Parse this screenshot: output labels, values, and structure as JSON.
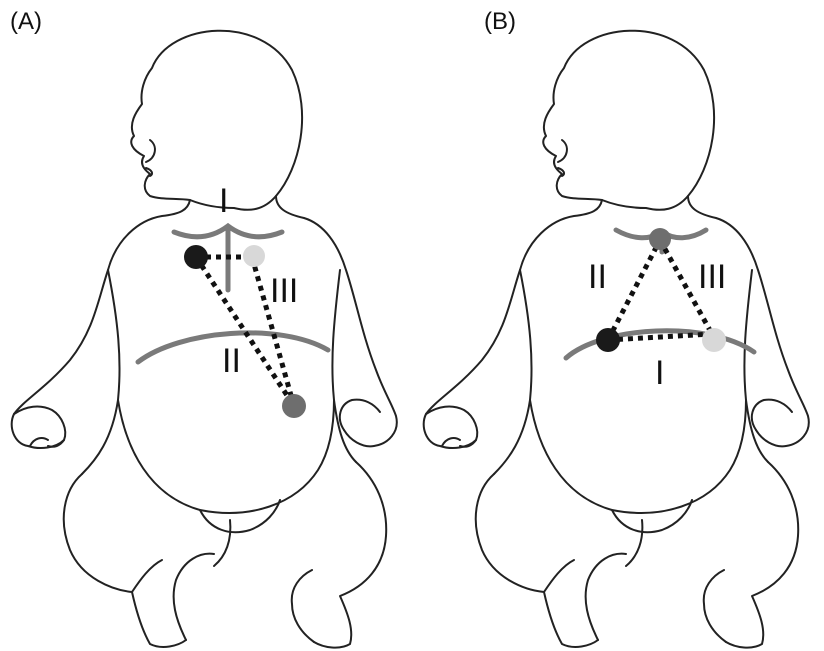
{
  "panels": [
    {
      "label": "(A)",
      "leads": {
        "l1": "I",
        "l2": "II",
        "l3": "III"
      },
      "electrodes": {
        "dark": "#1a1a1a",
        "light": "#d8d8d8",
        "medium": "#6e6e6e"
      }
    },
    {
      "label": "(B)",
      "leads": {
        "l1": "I",
        "l2": "II",
        "l3": "III"
      },
      "electrodes": {
        "dark": "#1a1a1a",
        "light": "#d8d8d8",
        "medium": "#6e6e6e"
      }
    }
  ],
  "colors": {
    "outline": "#222222",
    "guide": "#7a7a7a",
    "dotted": "#111111"
  }
}
